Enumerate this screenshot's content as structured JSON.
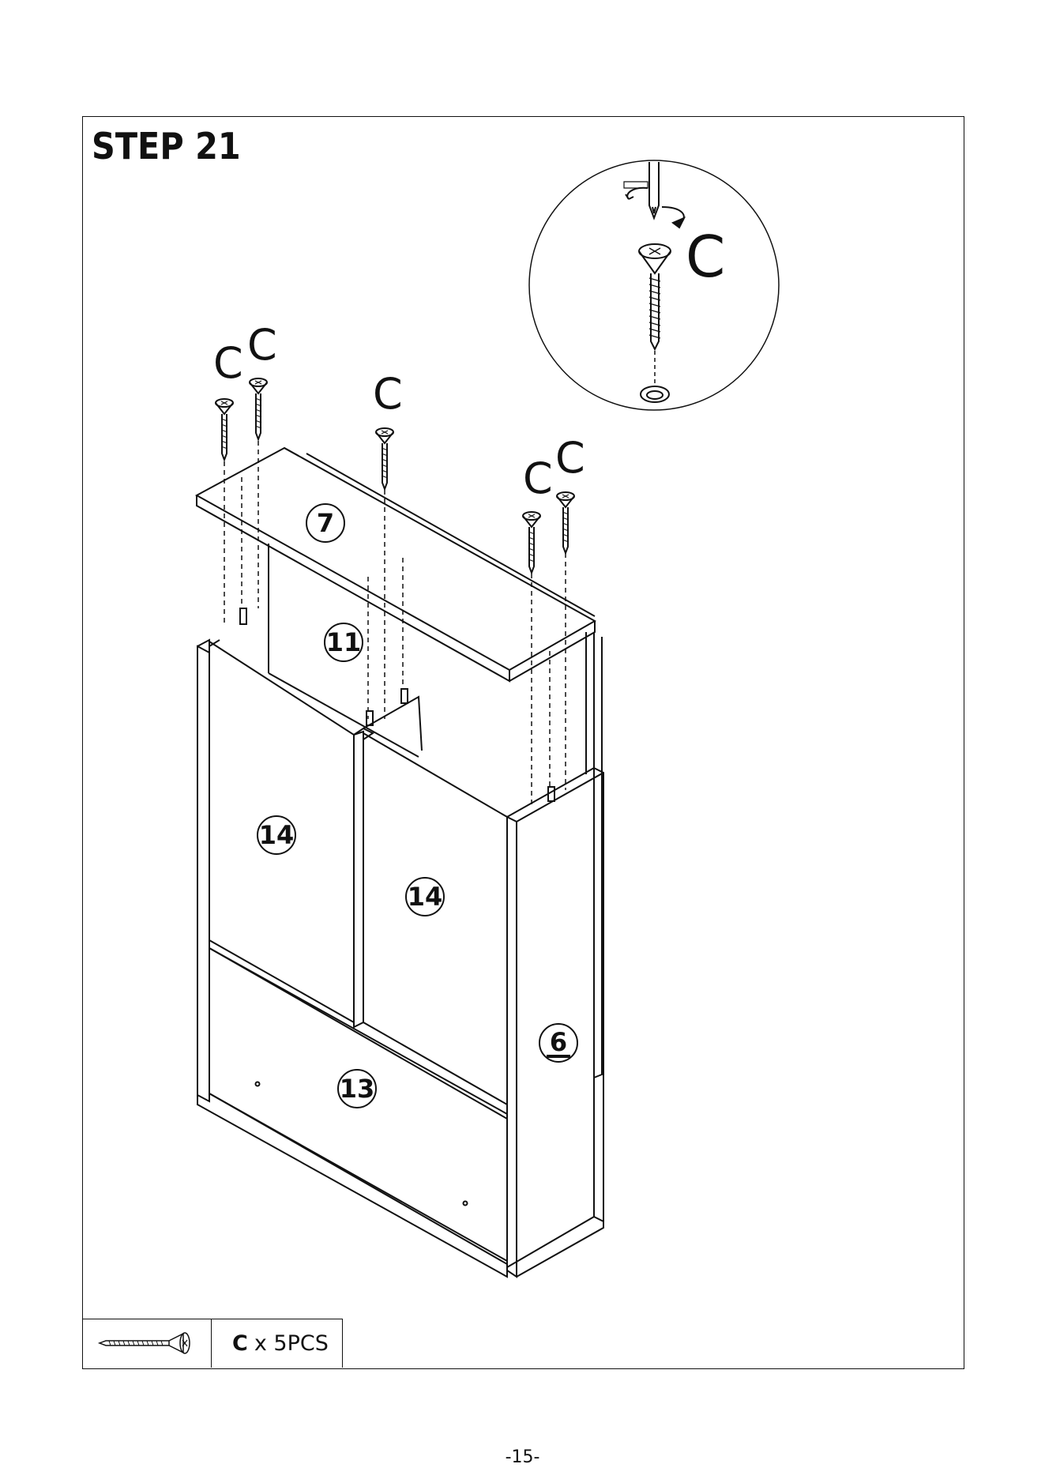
{
  "step": {
    "title": "STEP 21"
  },
  "detail": {
    "letter": "C"
  },
  "callouts": {
    "screw_letters": [
      "C",
      "C",
      "C",
      "C",
      "C"
    ]
  },
  "parts": {
    "top_panel": "7",
    "back_panel": "11",
    "door_left": "14",
    "door_right": "14",
    "side_panel": "6",
    "bottom_panel": "13"
  },
  "hardware": {
    "letter": "C",
    "quantity_text": "x 5PCS",
    "icon": "screw-icon"
  },
  "page": {
    "number": "-15-"
  }
}
